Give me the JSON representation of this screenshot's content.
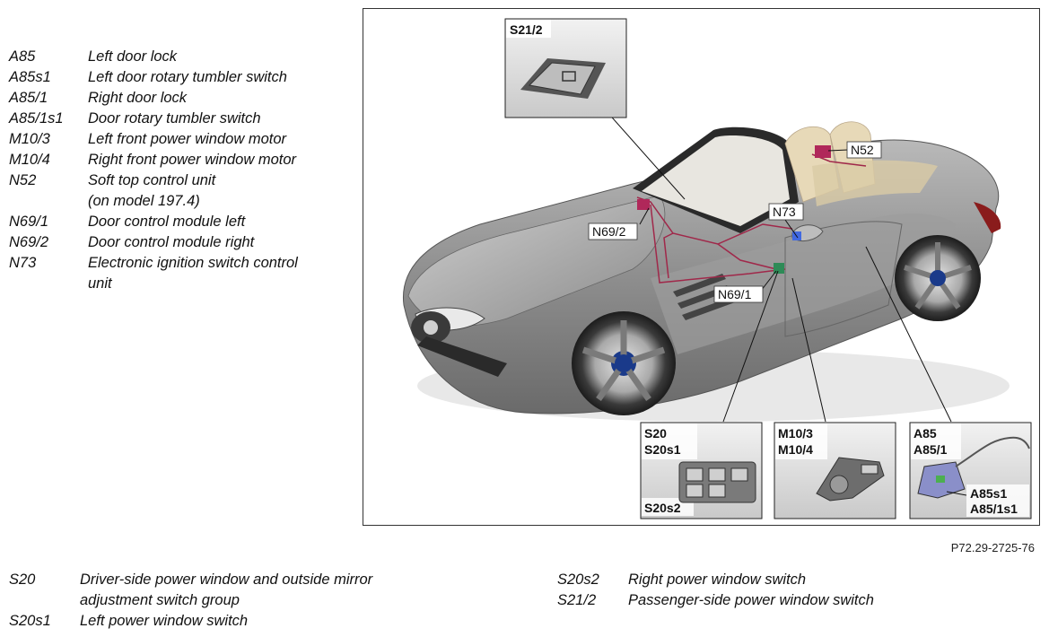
{
  "legend_top": [
    {
      "code": "A85",
      "desc": "Left door lock"
    },
    {
      "code": "A85s1",
      "desc": "Left door rotary tumbler switch"
    },
    {
      "code": "A85/1",
      "desc": "Right door lock"
    },
    {
      "code": "A85/1s1",
      "desc": "Door rotary tumbler switch"
    },
    {
      "code": "M10/3",
      "desc": "Left front power window motor"
    },
    {
      "code": "M10/4",
      "desc": "Right front power window motor"
    },
    {
      "code": "N52",
      "desc": "Soft top control unit",
      "desc2": "(on model 197.4)"
    },
    {
      "code": "N69/1",
      "desc": "Door control module left"
    },
    {
      "code": "N69/2",
      "desc": "Door control module right"
    },
    {
      "code": "N73",
      "desc": "Electronic ignition switch control",
      "desc2": "unit"
    }
  ],
  "legend_bottom_left": [
    {
      "code": "S20",
      "desc": "Driver-side power window and outside mirror",
      "desc2": "adjustment switch group"
    },
    {
      "code": "S20s1",
      "desc": "Left power window switch"
    }
  ],
  "legend_bottom_right": [
    {
      "code": "S20s2",
      "desc": "Right power window switch"
    },
    {
      "code": "S21/2",
      "desc": "Passenger-side power window switch"
    }
  ],
  "figure": {
    "callouts": {
      "n52": "N52",
      "n73": "N73",
      "n69_2": "N69/2",
      "n69_1": "N69/1"
    },
    "insets": {
      "s21_2": {
        "label": "S21/2"
      },
      "s20": {
        "label1": "S20",
        "label2": "S20s1",
        "label3": "S20s2"
      },
      "m10": {
        "label1": "M10/3",
        "label2": "M10/4"
      },
      "a85": {
        "label1": "A85",
        "label2": "A85/1",
        "label3": "A85s1",
        "label4": "A85/1s1"
      }
    },
    "colors": {
      "wiring": "#a0284a",
      "module": "#b0285a",
      "car_body": "#8a8a8a"
    }
  },
  "reference_code": "P72.29-2725-76"
}
